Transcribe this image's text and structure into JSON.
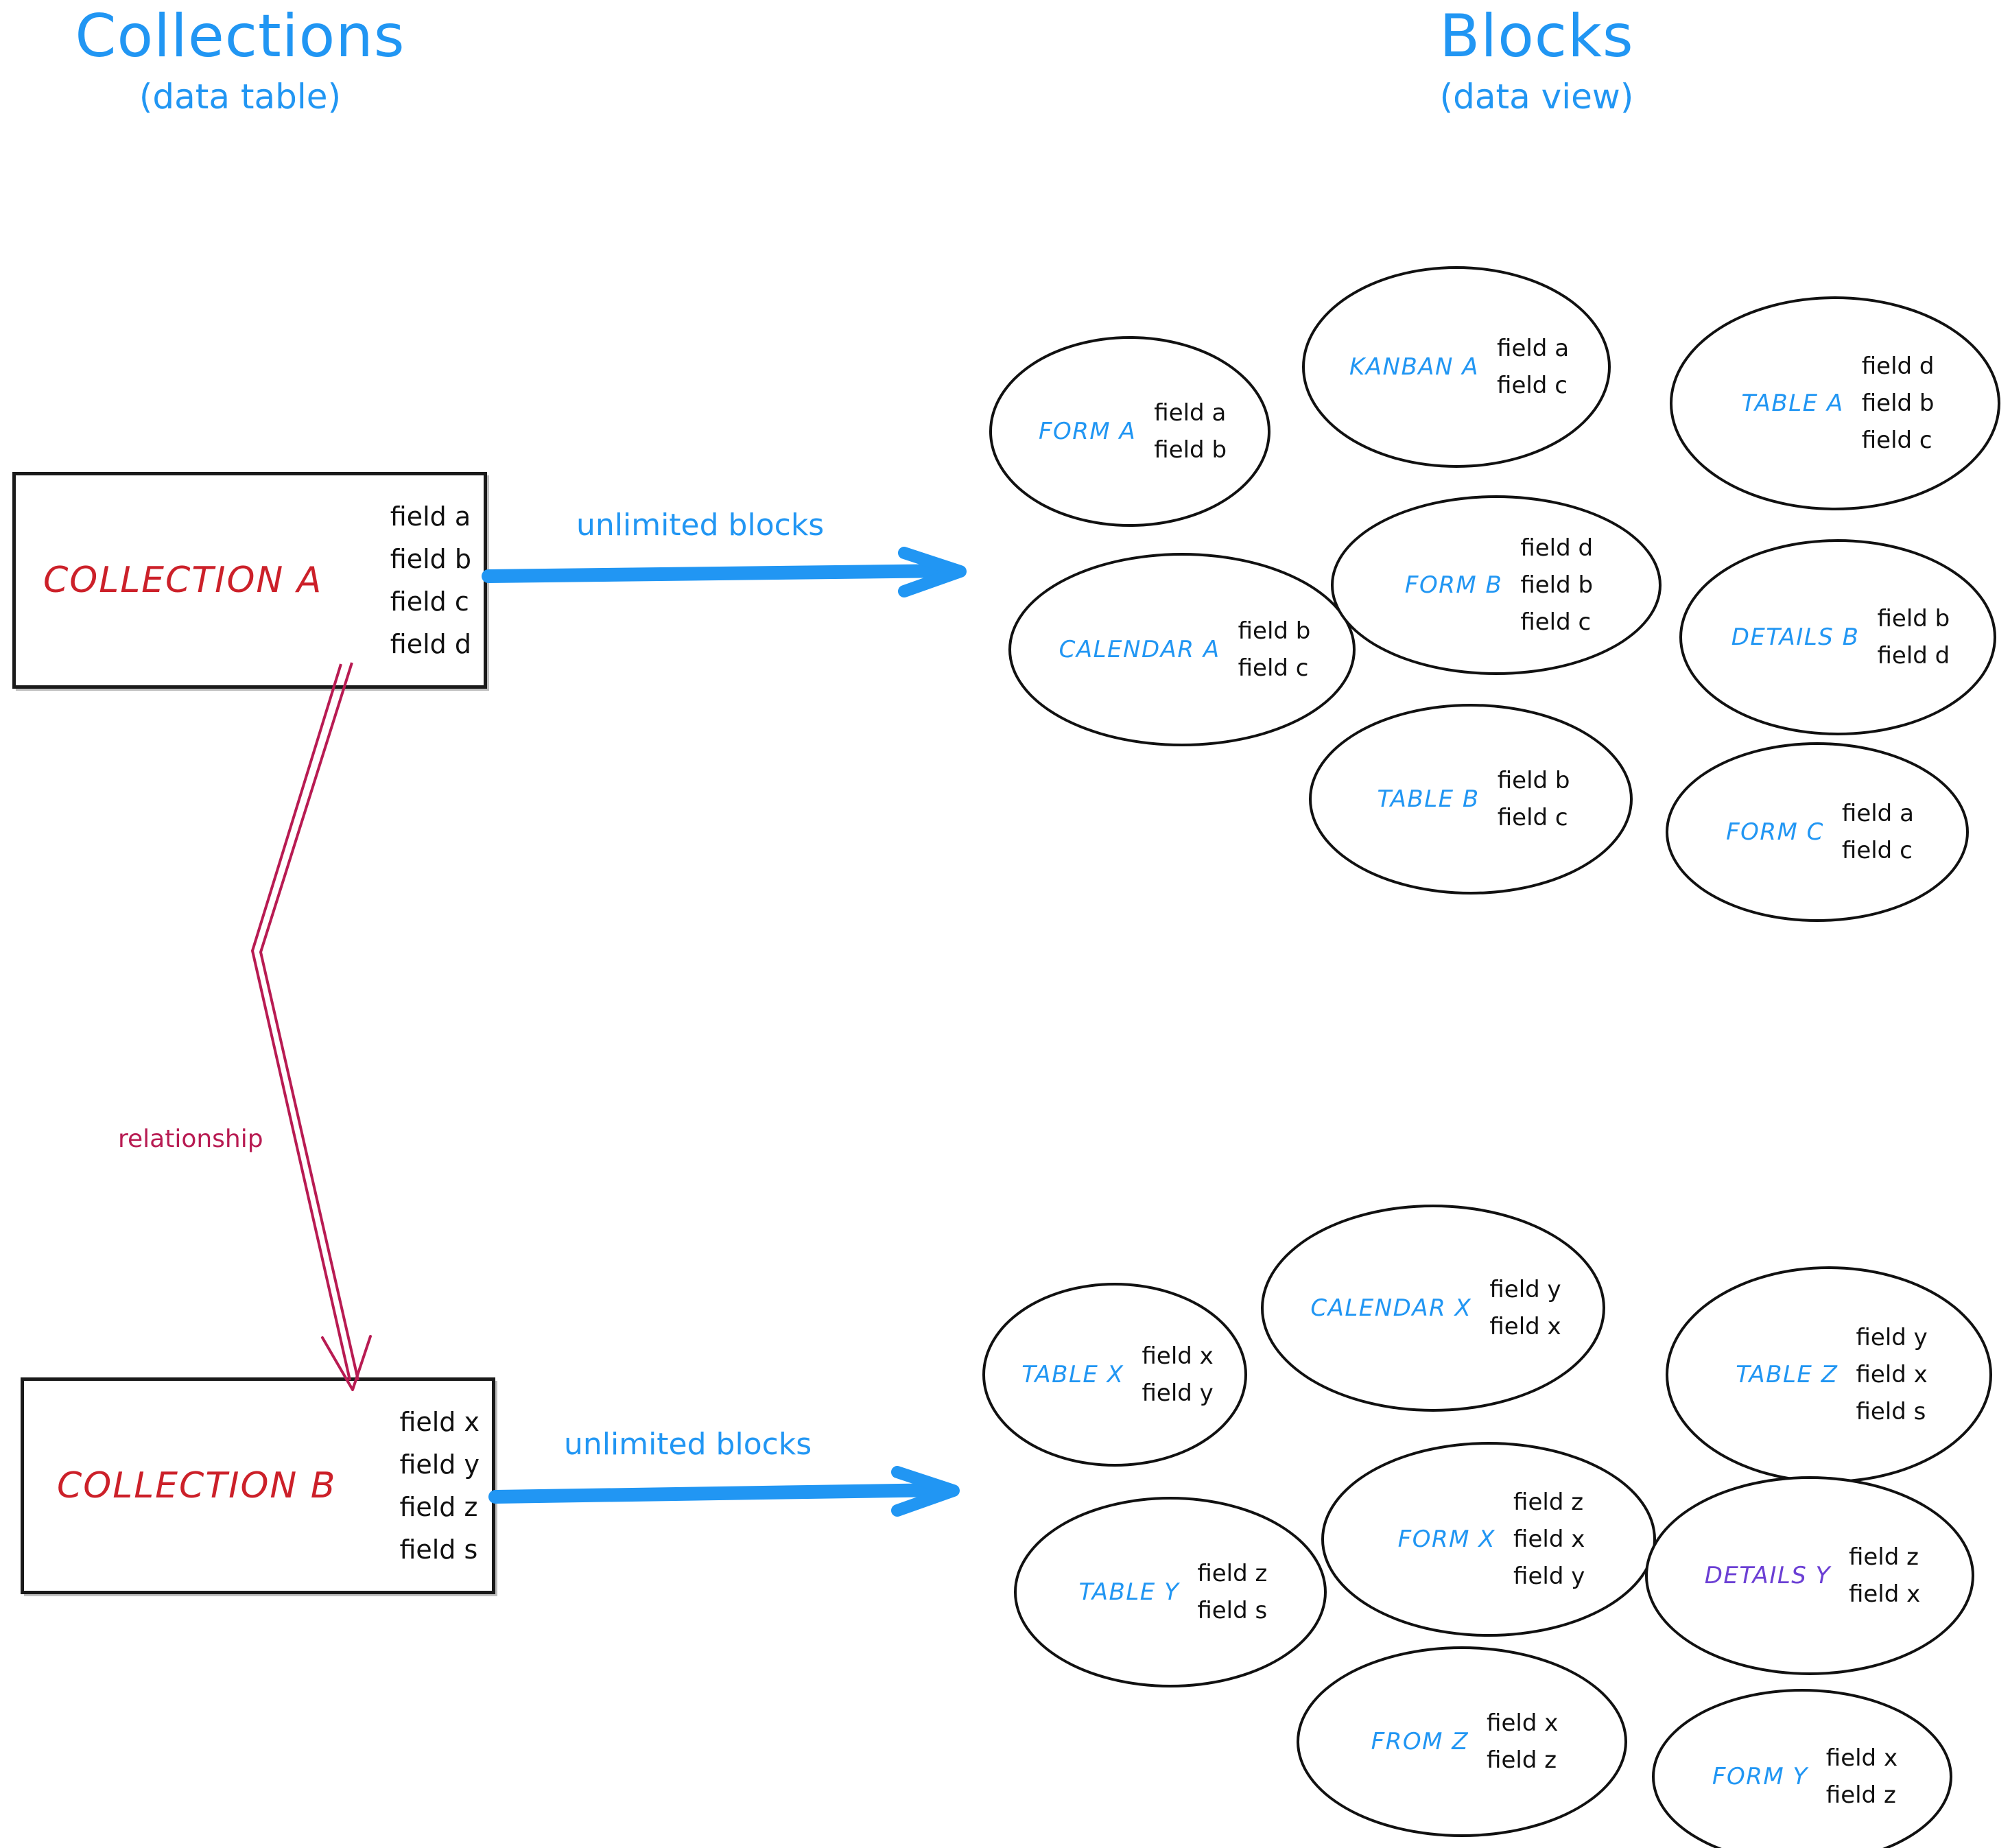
{
  "headings": {
    "left": {
      "title": "Collections",
      "subtitle": "(data table)"
    },
    "right": {
      "title": "Blocks",
      "subtitle": "(data view)"
    }
  },
  "colors": {
    "accent_blue": "#2196f3",
    "collection_red": "#cc2029",
    "relationship_crimson": "#b81b52",
    "details_purple": "#6b3fd4",
    "ink_black": "#111111"
  },
  "collections": [
    {
      "id": "collection-a",
      "name": "COLLECTION A",
      "fields": [
        "field a",
        "field b",
        "field c",
        "field d"
      ]
    },
    {
      "id": "collection-b",
      "name": "COLLECTION B",
      "fields": [
        "field x",
        "field y",
        "field z",
        "field s"
      ]
    }
  ],
  "connectors": {
    "arrow_a_label": "unlimited blocks",
    "arrow_b_label": "unlimited blocks",
    "relationship_label": "relationship"
  },
  "blocks_group_a": [
    {
      "label": "FORM A",
      "color": "blue",
      "fields": [
        "field a",
        "field b"
      ]
    },
    {
      "label": "KANBAN A",
      "color": "blue",
      "fields": [
        "field a",
        "field c"
      ]
    },
    {
      "label": "TABLE A",
      "color": "blue",
      "fields": [
        "field d",
        "field b",
        "field c"
      ]
    },
    {
      "label": "CALENDAR A",
      "color": "blue",
      "fields": [
        "field b",
        "field c"
      ]
    },
    {
      "label": "FORM B",
      "color": "blue",
      "fields": [
        "field d",
        "field b",
        "field c"
      ]
    },
    {
      "label": "DETAILS B",
      "color": "blue",
      "fields": [
        "field b",
        "field d"
      ]
    },
    {
      "label": "TABLE B",
      "color": "blue",
      "fields": [
        "field b",
        "field c"
      ]
    },
    {
      "label": "FORM C",
      "color": "blue",
      "fields": [
        "field a",
        "field c"
      ]
    }
  ],
  "blocks_group_b": [
    {
      "label": "TABLE X",
      "color": "blue",
      "fields": [
        "field x",
        "field y"
      ]
    },
    {
      "label": "CALENDAR X",
      "color": "blue",
      "fields": [
        "field y",
        "field x"
      ]
    },
    {
      "label": "TABLE Z",
      "color": "blue",
      "fields": [
        "field y",
        "field x",
        "field s"
      ]
    },
    {
      "label": "TABLE Y",
      "color": "blue",
      "fields": [
        "field z",
        "field s"
      ]
    },
    {
      "label": "FORM X",
      "color": "blue",
      "fields": [
        "field z",
        "field x",
        "field y"
      ]
    },
    {
      "label": "DETAILS Y",
      "color": "purple",
      "fields": [
        "field z",
        "field x"
      ]
    },
    {
      "label": "FROM Z",
      "color": "blue",
      "fields": [
        "field x",
        "field z"
      ]
    },
    {
      "label": "FORM Y",
      "color": "blue",
      "fields": [
        "field x",
        "field z"
      ]
    }
  ]
}
